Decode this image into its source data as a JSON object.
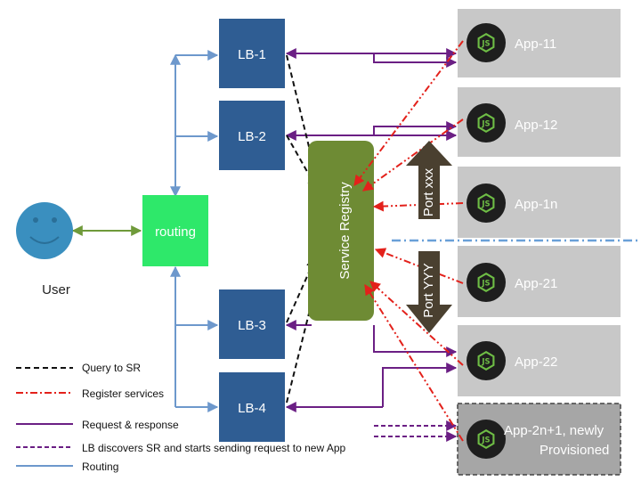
{
  "user": {
    "label": "User"
  },
  "routing": {
    "label": "routing"
  },
  "load_balancers": [
    {
      "label": "LB-1"
    },
    {
      "label": "LB-2"
    },
    {
      "label": "LB-3"
    },
    {
      "label": "LB-4"
    }
  ],
  "service_registry": {
    "label": "Service Registry"
  },
  "ports": {
    "upper": {
      "label": "Port xxx"
    },
    "lower": {
      "label": "Port YYY"
    }
  },
  "apps": [
    {
      "label": "App-11",
      "icon": "nodejs-icon"
    },
    {
      "label": "App-12",
      "icon": "nodejs-icon"
    },
    {
      "label": "App-1n",
      "icon": "nodejs-icon"
    },
    {
      "label": "App-21",
      "icon": "nodejs-icon"
    },
    {
      "label": "App-22",
      "icon": "nodejs-icon"
    },
    {
      "label_line1": "App-2n+1, newly",
      "label_line2": "Provisioned",
      "icon": "nodejs-icon",
      "newly_provisioned": true
    }
  ],
  "legend": [
    {
      "label": "Query to SR",
      "style": "black-dashed"
    },
    {
      "label": "Register services",
      "style": "red-dash-dot"
    },
    {
      "label": "Request & response",
      "style": "purple-solid"
    },
    {
      "label": "LB discovers SR and starts sending request to new App",
      "style": "purple-dashed"
    },
    {
      "label": "Routing",
      "style": "blue-solid"
    }
  ],
  "colors": {
    "lb": "#2f5d93",
    "routing": "#2ee86a",
    "registry": "#6e8b34",
    "user": "#3a8fbf",
    "app_box": "#c8c8c8",
    "port_arrow": "#4a4030",
    "request": "#6b1f84",
    "register": "#e3211b",
    "routing_line": "#6d98cc",
    "separator": "#6aa0d8",
    "user_link": "#6f9a3a"
  }
}
